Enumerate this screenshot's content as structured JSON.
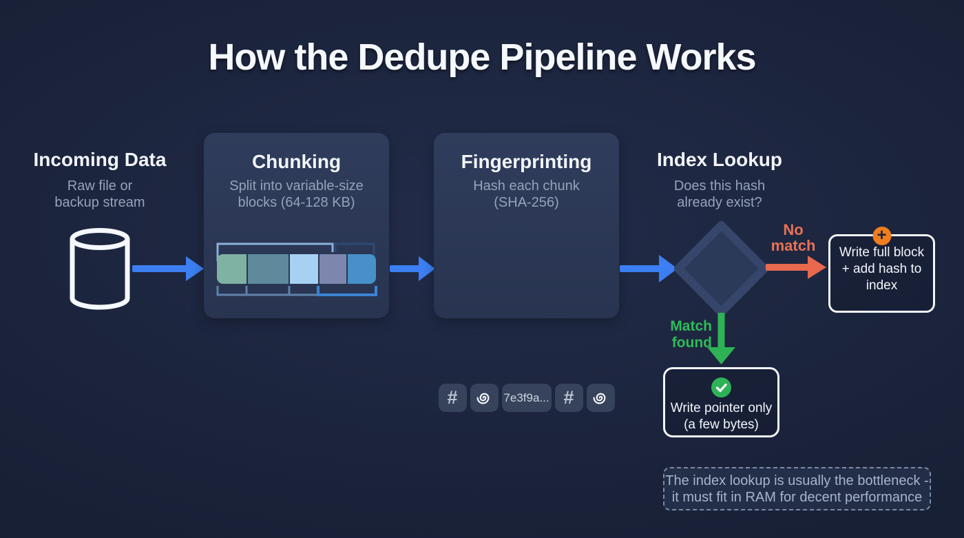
{
  "title": "How the Dedupe Pipeline Works",
  "stages": {
    "incoming": {
      "title": "Incoming Data",
      "subtitle1": "Raw file or",
      "subtitle2": "backup stream"
    },
    "chunking": {
      "title": "Chunking",
      "subtitle1": "Split into variable-size",
      "subtitle2": "blocks (64-128 KB)"
    },
    "fingerprinting": {
      "title": "Fingerprinting",
      "subtitle1": "Hash each chunk",
      "subtitle2": "(SHA-256)",
      "hash_glyph": "#",
      "hash_value": "7e3f9a..."
    },
    "index_lookup": {
      "title": "Index Lookup",
      "subtitle1": "Does this hash",
      "subtitle2": "already exist?"
    }
  },
  "branches": {
    "no_match": {
      "label1": "No",
      "label2": "match",
      "box_line1": "Write full block",
      "box_line2": "+ add hash to",
      "box_line3": "index",
      "plus_glyph": "+"
    },
    "match_found": {
      "label1": "Match",
      "label2": "found",
      "box_line1": "Write pointer only",
      "box_line2": "(a few bytes)",
      "check_glyph": "✓"
    }
  },
  "note": {
    "line1": "The index lookup is usually the bottleneck -",
    "line2": "it must fit in RAM for decent performance"
  },
  "colors": {
    "background": "#1a2239",
    "panel": "#2b3853",
    "arrow_blue": "#3b7ff2",
    "no_match_salmon": "#e8694d",
    "plus_orange": "#f07d1f",
    "match_green": "#2db356",
    "text_primary": "#f2f5fa",
    "text_secondary": "#96a3b9",
    "chunk_blocks": [
      "#7fb2a3",
      "#5e8a9c",
      "#a7d1f3",
      "#7d87ae",
      "#4790c8"
    ]
  },
  "icons": {
    "database": "cylinder",
    "fingerprint": "whorl-spiral",
    "hash": "#",
    "plus": "+",
    "check": "✓"
  }
}
